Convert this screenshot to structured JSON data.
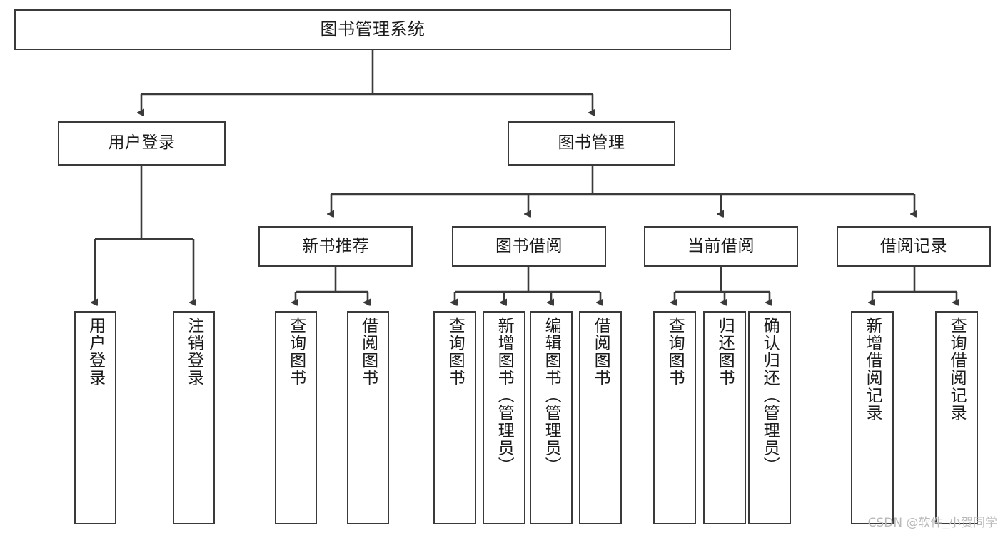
{
  "diagram": {
    "title": "图书管理系统",
    "type": "tree-hierarchy-chart",
    "orientation": "top-down",
    "colors": {
      "box_border": "#3a3a3a",
      "box_fill": "#ffffff",
      "edge": "#3a3a3a",
      "text": "#1b1b1b",
      "watermark": "#b9b9b9"
    }
  },
  "nodes": {
    "root": {
      "label": "图书管理系统"
    },
    "level2": [
      {
        "label": "用户登录"
      },
      {
        "label": "图书管理"
      }
    ],
    "level3": [
      {
        "label": "新书推荐"
      },
      {
        "label": "图书借阅"
      },
      {
        "label": "当前借阅"
      },
      {
        "label": "借阅记录"
      }
    ],
    "leaves": {
      "user_login": [
        {
          "label": "用户登录"
        },
        {
          "label": "注销登录"
        }
      ],
      "new_book_recommend": [
        {
          "label": "查询图书"
        },
        {
          "label": "借阅图书"
        }
      ],
      "book_borrow": [
        {
          "label": "查询图书"
        },
        {
          "label": "新增图书（管理员）"
        },
        {
          "label": "编辑图书（管理员）"
        },
        {
          "label": "借阅图书"
        }
      ],
      "current_borrow": [
        {
          "label": "查询图书"
        },
        {
          "label": "归还图书"
        },
        {
          "label": "确认归还（管理员）"
        }
      ],
      "borrow_record": [
        {
          "label": "新增借阅记录"
        },
        {
          "label": "查询借阅记录"
        }
      ]
    }
  },
  "watermark": {
    "text": "CSDN @软件_小贺同学"
  }
}
